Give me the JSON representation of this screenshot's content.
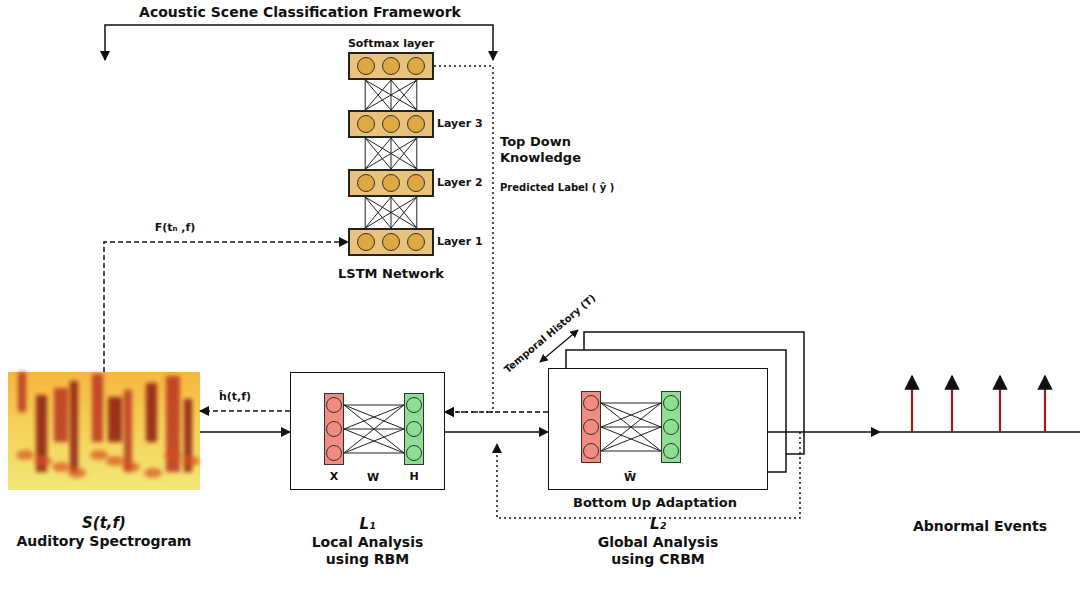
{
  "diagram": {
    "title": "Acoustic Scene Classification Framework",
    "nodes": [
      {
        "text": [
          "S(t,f)",
          "Auditory Spectrogram"
        ]
      },
      {
        "text": [
          "Softmax layer"
        ]
      },
      {
        "text": [
          "Layer 3"
        ]
      },
      {
        "text": [
          "Layer 2"
        ]
      },
      {
        "text": [
          "Layer 1"
        ]
      },
      {
        "text": [
          "L₁",
          "Local Analysis using RBM"
        ]
      },
      {
        "text": [
          "X"
        ],
        "in": 5
      },
      {
        "text": [
          "H"
        ],
        "in": 5
      },
      {
        "text": [
          "L₂",
          "Global Analysis using CRBM"
        ]
      },
      {
        "text": [
          "Abnormal Events"
        ]
      }
    ],
    "edges": [
      {
        "from": 0,
        "to": 4,
        "arrow": "to",
        "label": "F(tₙ ,f)"
      },
      {
        "from": 0,
        "to": 5,
        "arrow": "to"
      },
      {
        "from": 5,
        "to": 0,
        "arrow": "to",
        "label": "ĥ(t,f)"
      },
      {
        "from": 5,
        "to": 8,
        "arrow": "to"
      },
      {
        "from": 8,
        "to": 5,
        "arrow": "to"
      },
      {
        "from": 8,
        "to": 9,
        "arrow": "to"
      },
      {
        "from": 1,
        "to": 5,
        "arrow": "to"
      }
    ],
    "labels": [
      "Top Down Knowledge",
      "Predicted Label ( ŷ )",
      "LSTM Network",
      "W",
      "W̄",
      "Temporal History (T)",
      "Bottom Up Adaptation"
    ]
  }
}
